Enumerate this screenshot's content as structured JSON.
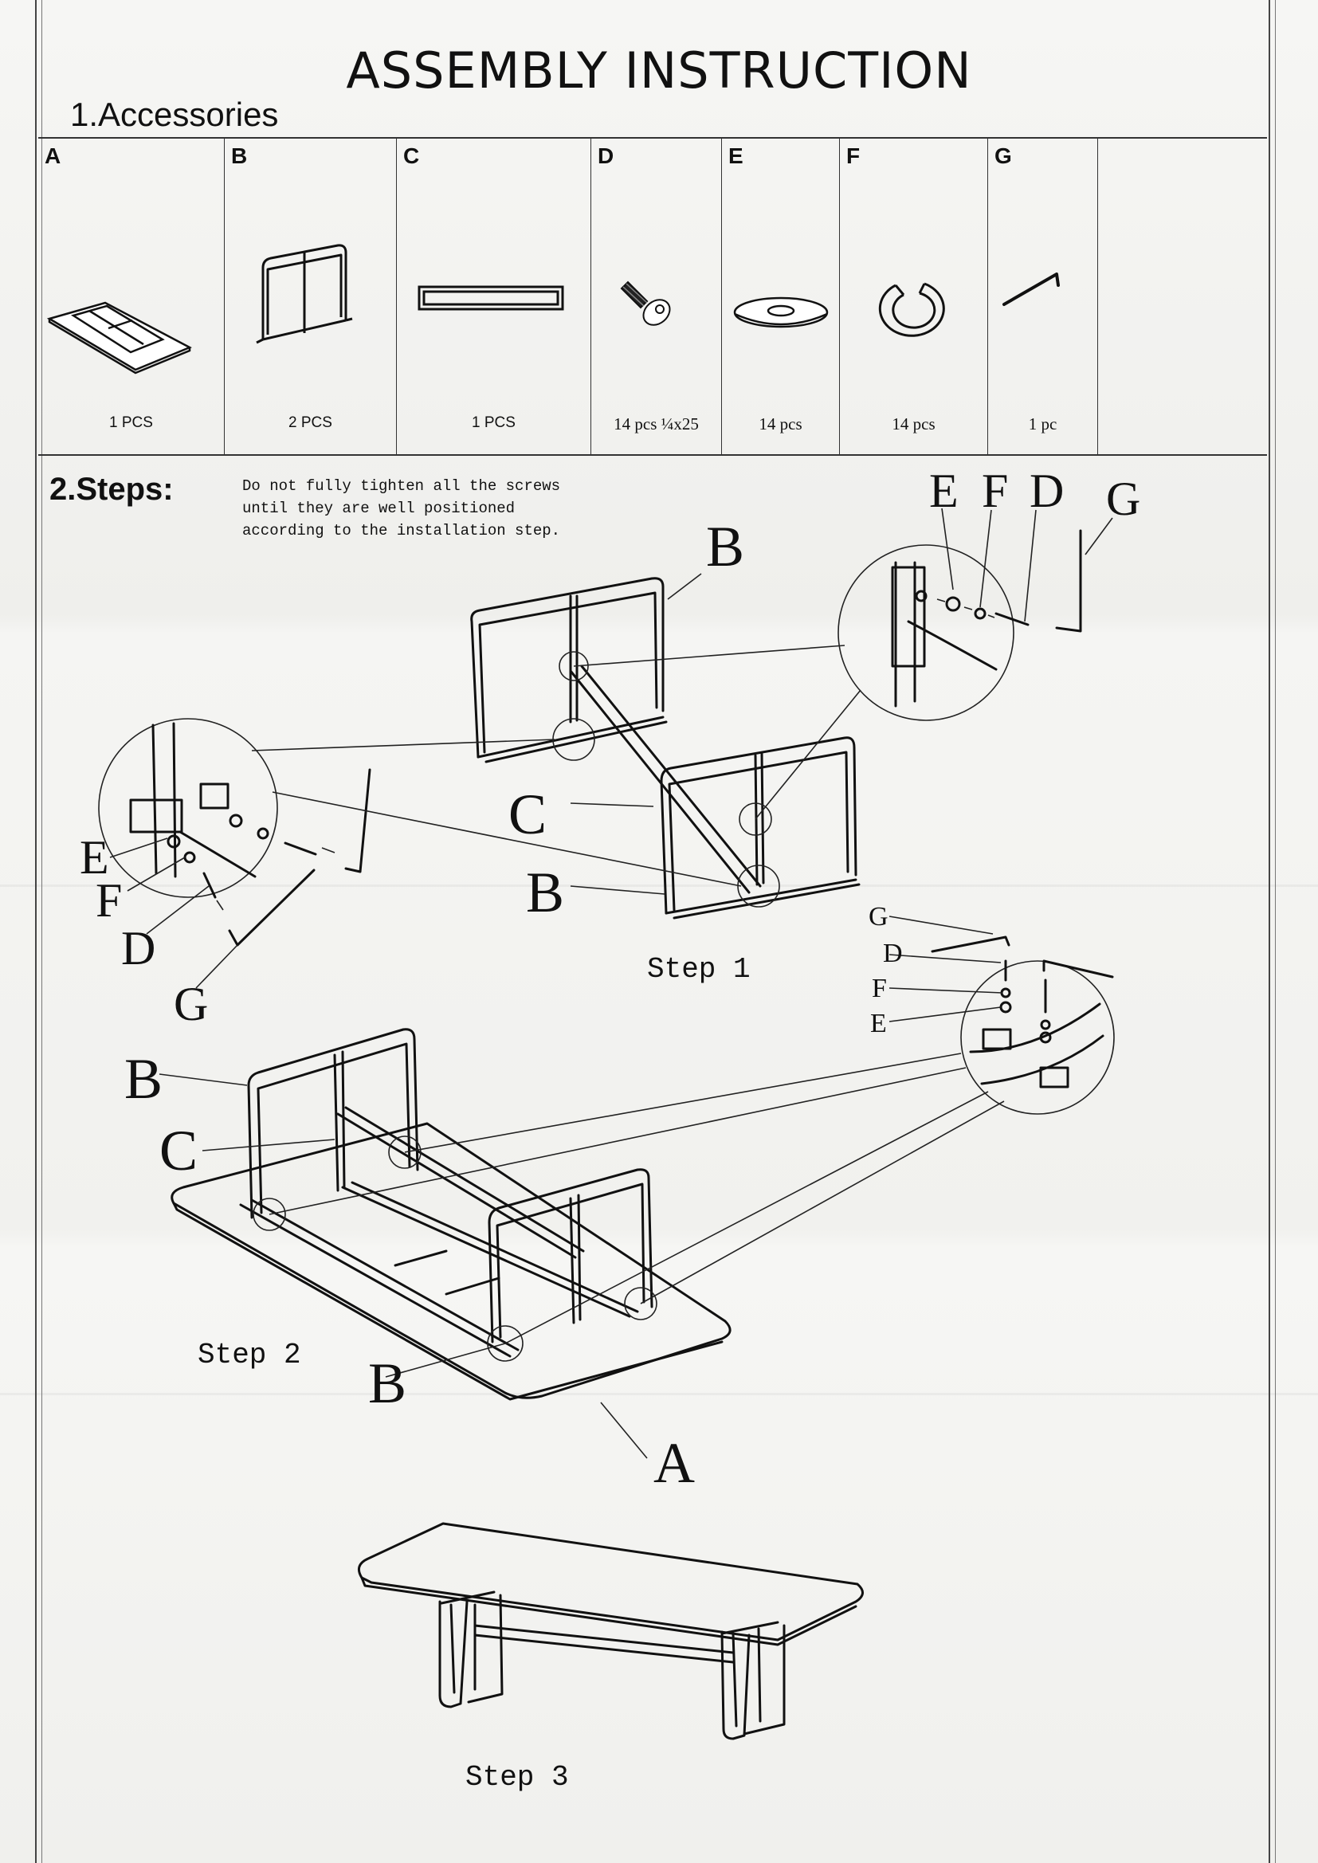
{
  "title": "ASSEMBLY INSTRUCTION",
  "accessories": {
    "heading": "1.Accessories",
    "items": [
      {
        "letter": "A",
        "qty": "1 PCS",
        "icon": "tabletop-icon"
      },
      {
        "letter": "B",
        "qty": "2 PCS",
        "icon": "leg-frame-icon"
      },
      {
        "letter": "C",
        "qty": "1 PCS",
        "icon": "crossbar-icon"
      },
      {
        "letter": "D",
        "qty": "14 pcs ¼x25",
        "icon": "screw-icon"
      },
      {
        "letter": "E",
        "qty": "14 pcs",
        "icon": "flat-washer-icon"
      },
      {
        "letter": "F",
        "qty": "14 pcs",
        "icon": "spring-washer-icon"
      },
      {
        "letter": "G",
        "qty": "1 pc",
        "icon": "allen-key-icon"
      }
    ]
  },
  "steps": {
    "heading": "2.Steps:",
    "note": "Do not fully tighten all the screws\nuntil they are well positioned\naccording to the installation step.",
    "step1": {
      "label": "Step 1",
      "callouts": {
        "B_top": "B",
        "C": "C",
        "B_bottom": "B",
        "E_right": "E",
        "F_right": "F",
        "D_right": "D",
        "G_right": "G",
        "E_left": "E",
        "F_left": "F",
        "D_left": "D",
        "G_left": "G"
      }
    },
    "step2": {
      "label": "Step 2",
      "callouts": {
        "B_top": "B",
        "C": "C",
        "B_bottom": "B",
        "A": "A",
        "G": "G",
        "D": "D",
        "F": "F",
        "E": "E"
      }
    },
    "step3": {
      "label": "Step 3"
    }
  }
}
